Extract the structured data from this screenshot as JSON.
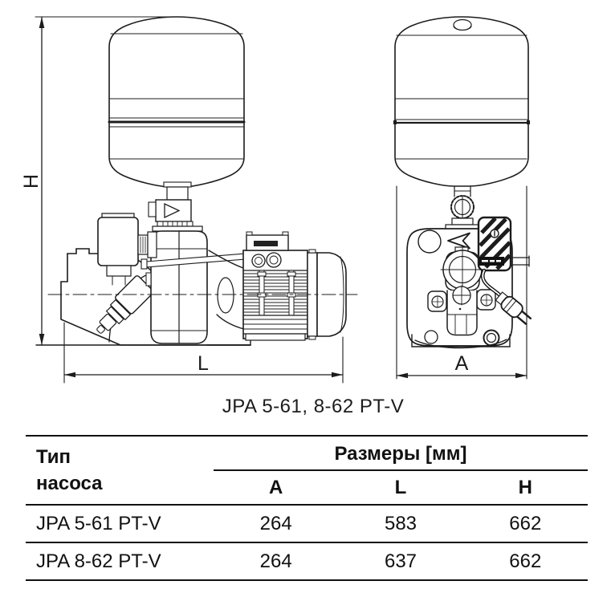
{
  "caption": "JPA 5-61, 8-62 PT-V",
  "dimensions": {
    "height_label": "H",
    "length_label": "L",
    "width_label": "A"
  },
  "table": {
    "type_header": {
      "line1": "Тип",
      "line2": "насоса"
    },
    "dims_header": "Размеры [мм]",
    "columns": [
      "A",
      "L",
      "H"
    ],
    "rows": [
      {
        "type": "JPA 5-61 PT-V",
        "values": [
          "264",
          "583",
          "662"
        ]
      },
      {
        "type": "JPA 8-62 PT-V",
        "values": [
          "264",
          "637",
          "662"
        ]
      }
    ]
  },
  "colors": {
    "line": "#1c1c1c",
    "text": "#111111"
  }
}
